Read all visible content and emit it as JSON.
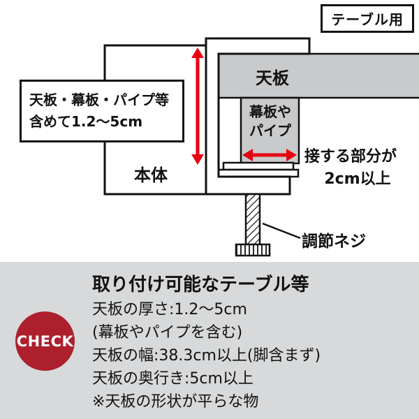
{
  "colors": {
    "accent_red": "#e60012",
    "check_badge_bg": "#ad1f2d",
    "panel_bg": "#d8d9da",
    "diagram_gray": "#c9cacb",
    "line_black": "#111111"
  },
  "header": {
    "badge": "テーブル用"
  },
  "diagram": {
    "tabletop": "天板",
    "apron_line1": "幕板や",
    "apron_line2": "パイプ",
    "range_line1": "天板・幕板・パイプ等",
    "range_line2": "含めて1.2〜5cm",
    "body": "本体",
    "contact_line1": "接する部分が",
    "contact_line2": "2cm以上",
    "screw": "調節ネジ"
  },
  "check": {
    "badge": "CHECK",
    "title": "取り付け可能なテーブル等",
    "lines": [
      "天板の厚さ:1.2〜5cm",
      "(幕板やパイプを含む)",
      "天板の幅:38.3cm以上(脚含まず)",
      "天板の奥行き:5cm以上",
      "※天板の形状が平らな物"
    ]
  }
}
